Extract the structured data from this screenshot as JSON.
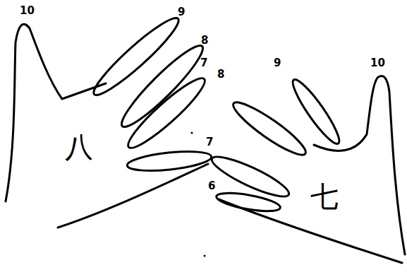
{
  "diagram": {
    "labels": [
      "10",
      "9",
      "8",
      "7",
      "8",
      "9",
      "10",
      "7",
      "6",
      "八",
      "七"
    ]
  }
}
